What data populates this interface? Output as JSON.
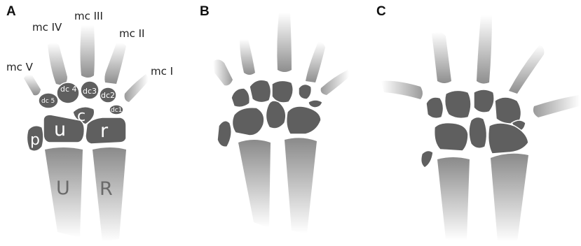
{
  "panels": {
    "a": {
      "letter": "A",
      "metacarpals": {
        "mc5": "mc V",
        "mc4": "mc IV",
        "mc3": "mc III",
        "mc2": "mc II",
        "mc1": "mc I"
      },
      "distal_carpals": {
        "dc5": "dc 5",
        "dc4": "dc 4",
        "dc3": "dc3",
        "dc2": "dc2",
        "dc1": "dc1"
      },
      "proximal_carpals": {
        "c": "c",
        "u": "u",
        "r": "r",
        "p": "p"
      },
      "forearm": {
        "ulna": "U",
        "radius": "R"
      }
    },
    "b": {
      "letter": "B"
    },
    "c": {
      "letter": "C"
    }
  },
  "colors": {
    "bone_dark": "#5f5f5f",
    "bone_gradient_top": "#8c8c8c",
    "bone_gradient_bottom": "#ffffff",
    "label_text": "#222222"
  }
}
